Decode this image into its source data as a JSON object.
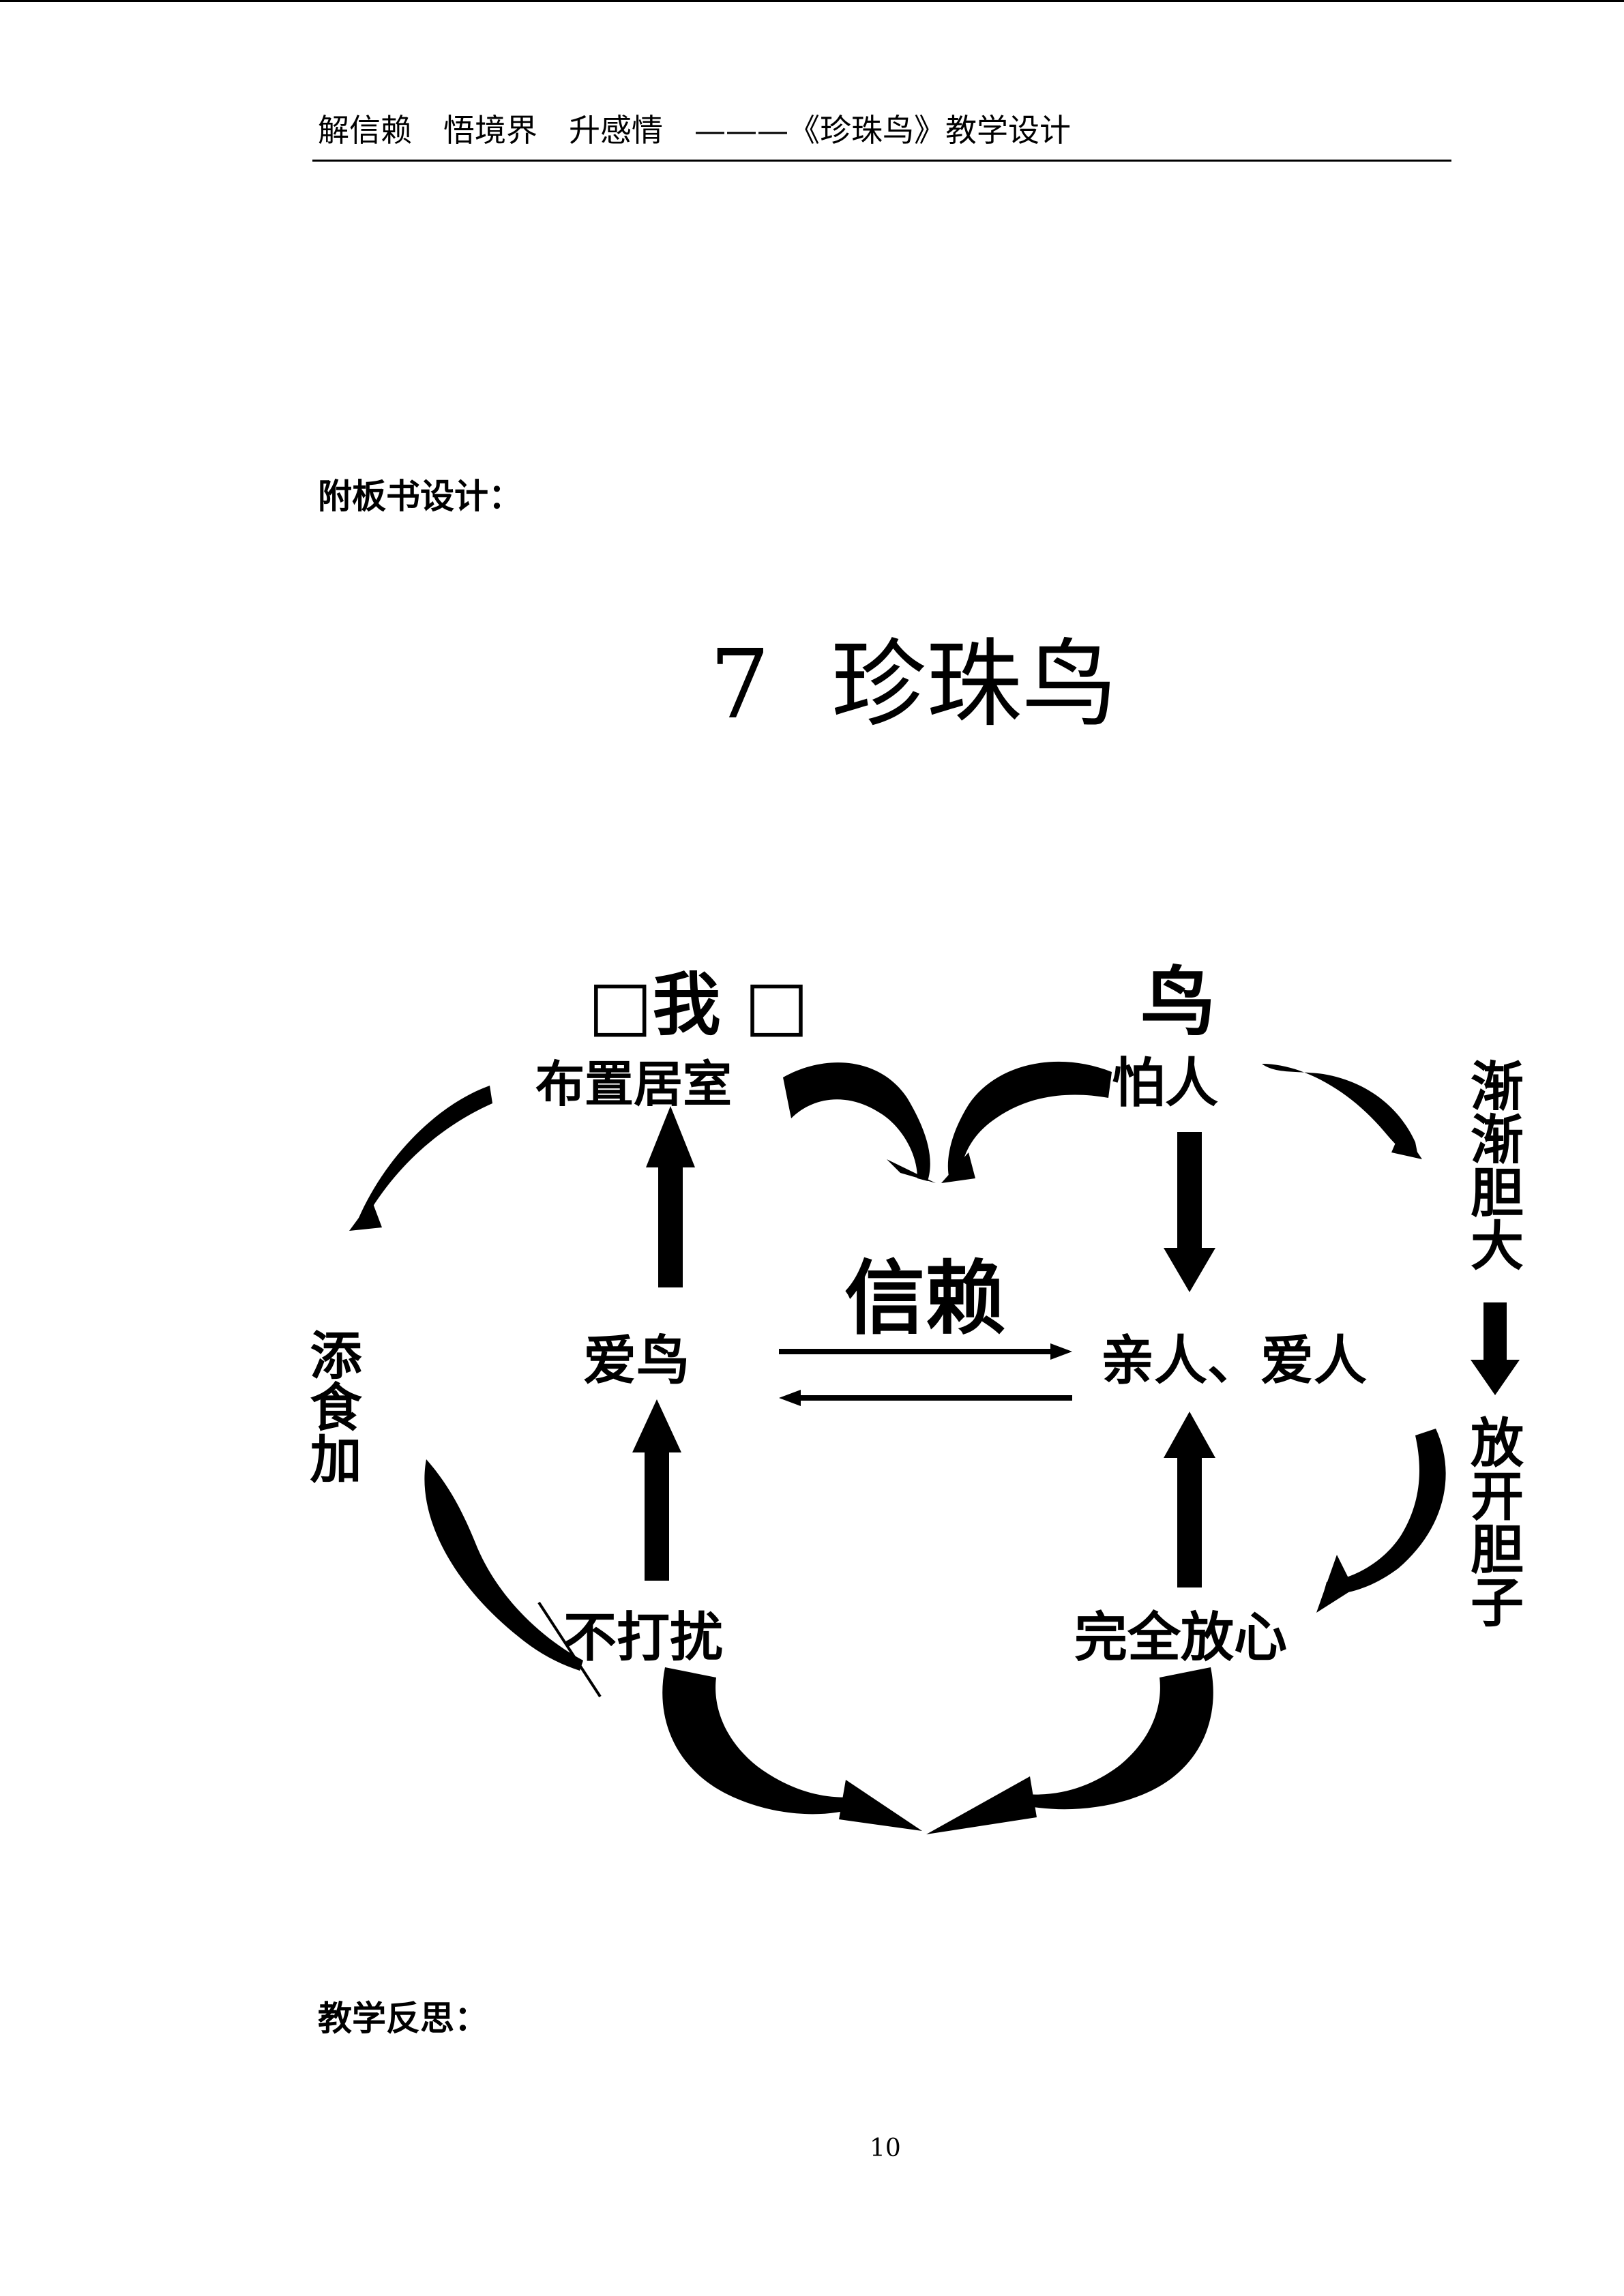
{
  "header": {
    "title": "解信赖　悟境界　升感情　———《珍珠鸟》教学设计"
  },
  "board_label": "附板书设计：",
  "lesson_title": "7  珍珠鸟",
  "diagram": {
    "actor_me": "□我 □",
    "actor_bird": "鸟",
    "center_word": "信赖",
    "nodes": {
      "arrange_room": "布置居室",
      "love_bird": "爱鸟",
      "no_disturb": "不打扰",
      "afraid": "怕人",
      "family_love": "亲人、爱人",
      "at_ease": "完全放心",
      "add_food": "添食加",
      "bolder": "渐渐胆大",
      "let_go": "放开胆子"
    }
  },
  "reflection_label": "教学反思：",
  "page_number": "10"
}
